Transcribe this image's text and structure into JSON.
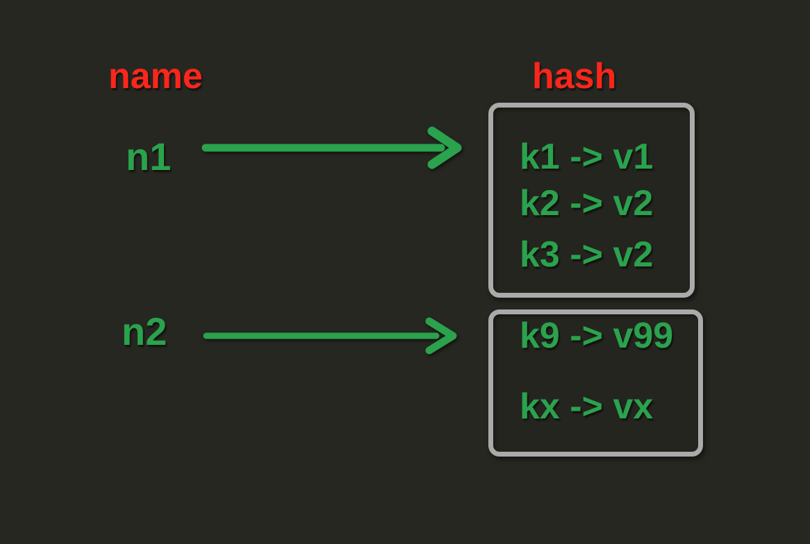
{
  "diagram": {
    "colors": {
      "background": "#272721",
      "label": "#f9271b",
      "green": "#2ba24d",
      "box_border": "#aaaaaa",
      "box_fill": "#252520"
    },
    "headers": {
      "left": "name",
      "right": "hash"
    },
    "names": [
      {
        "label": "n1"
      },
      {
        "label": "n2"
      }
    ],
    "arrows": [
      {
        "from": "n1",
        "to": "hash-1"
      },
      {
        "from": "n2",
        "to": "hash-2"
      }
    ],
    "hashes": [
      {
        "entries": [
          "k1 -> v1",
          "k2 -> v2",
          "k3 -> v2"
        ]
      },
      {
        "entries": [
          "k9 -> v99",
          "kx -> vx"
        ]
      }
    ]
  }
}
